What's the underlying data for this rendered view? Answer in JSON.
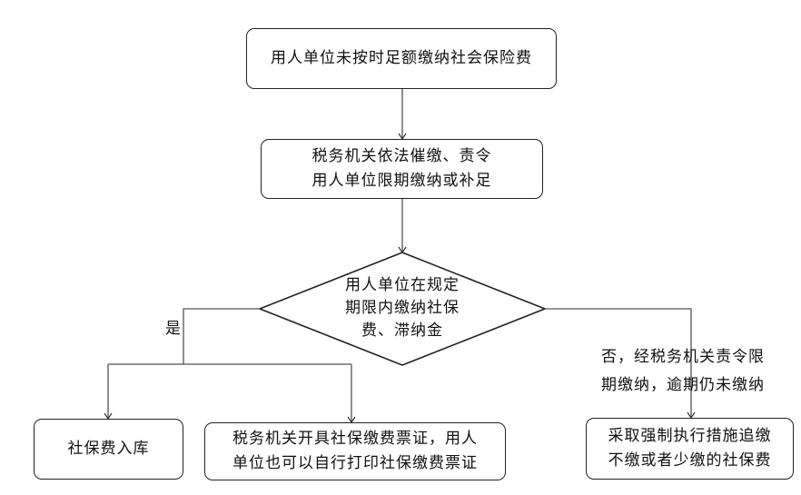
{
  "nodes": {
    "start": {
      "text": "用人单位未按时足额缴纳社会保险费"
    },
    "urge": {
      "lines": [
        "税务机关依法催缴、责令",
        "用人单位限期缴纳或补足"
      ]
    },
    "decision": {
      "lines": [
        "用人单位在规定",
        "期限内缴纳社保",
        "费、滞纳金"
      ]
    },
    "treasury": {
      "text": "社保费入库"
    },
    "receipt": {
      "lines": [
        "税务机关开具社保缴费票证，用人",
        "单位也可以自行打印社保缴费票证"
      ]
    },
    "enforce": {
      "lines": [
        "采取强制执行措施追缴",
        "不缴或者少缴的社保费"
      ]
    }
  },
  "edge_labels": {
    "yes": "是",
    "no": [
      "否，经税务机关责令限",
      "期缴纳，逾期仍未缴纳"
    ]
  }
}
